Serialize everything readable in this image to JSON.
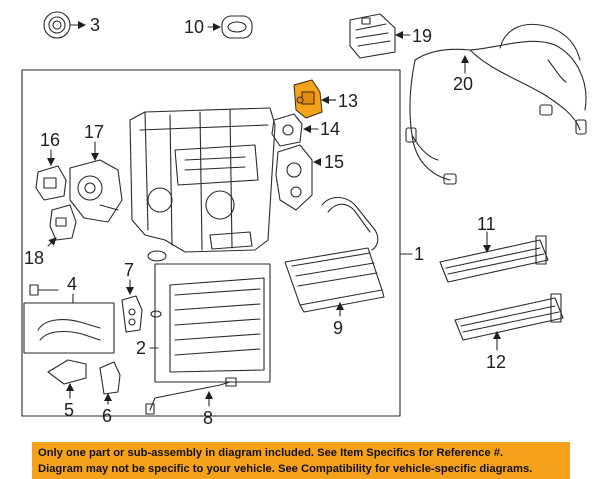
{
  "callouts": {
    "c1": "1",
    "c2": "2",
    "c3": "3",
    "c4": "4",
    "c5": "5",
    "c6": "6",
    "c7": "7",
    "c8": "8",
    "c9": "9",
    "c10": "10",
    "c11": "11",
    "c12": "12",
    "c13": "13",
    "c14": "14",
    "c15": "15",
    "c16": "16",
    "c17": "17",
    "c18": "18",
    "c19": "19",
    "c20": "20"
  },
  "highlight_part": "13",
  "colors": {
    "highlight": "#f6a11c",
    "line": "#2a2a2a",
    "banner": "#f6a11c"
  },
  "disclaimer": {
    "line1": "Only one part or sub-assembly in diagram included. See Item Specifics for Reference #.",
    "line2": "Diagram may not be specific to your vehicle. See Compatibility for vehicle-specific diagrams."
  }
}
